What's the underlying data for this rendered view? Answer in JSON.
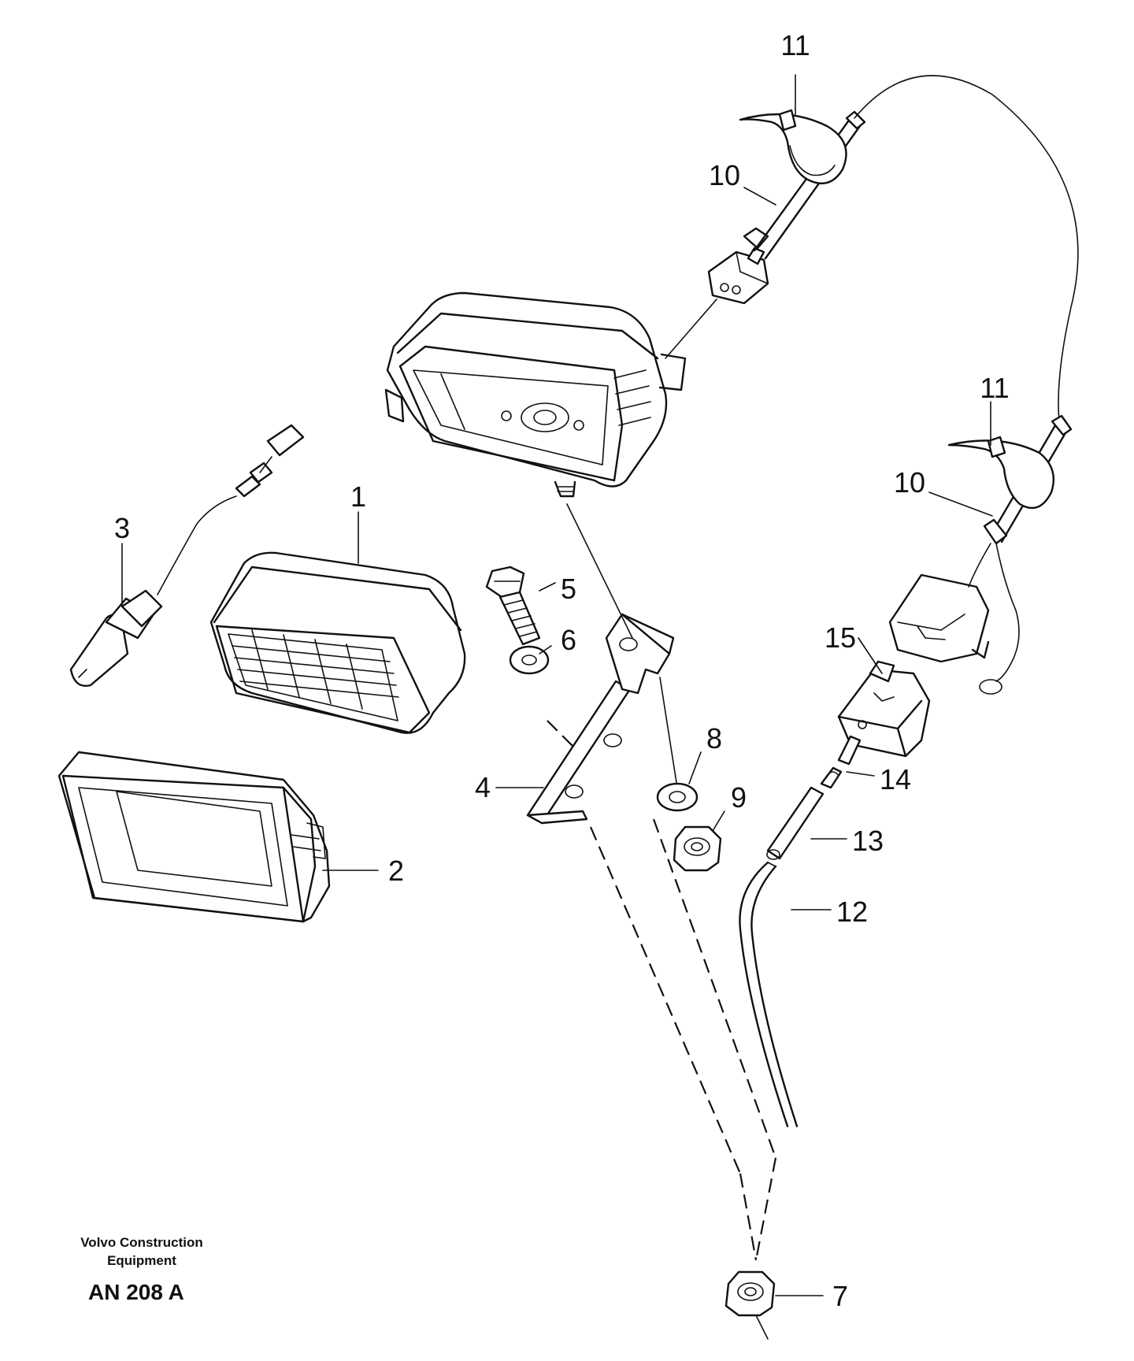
{
  "diagram": {
    "callouts": [
      {
        "id": "1",
        "label": "1"
      },
      {
        "id": "2",
        "label": "2"
      },
      {
        "id": "3",
        "label": "3"
      },
      {
        "id": "4",
        "label": "4"
      },
      {
        "id": "5",
        "label": "5"
      },
      {
        "id": "6",
        "label": "6"
      },
      {
        "id": "7",
        "label": "7"
      },
      {
        "id": "8",
        "label": "8"
      },
      {
        "id": "9",
        "label": "9"
      },
      {
        "id": "10a",
        "label": "10"
      },
      {
        "id": "10b",
        "label": "10"
      },
      {
        "id": "11a",
        "label": "11"
      },
      {
        "id": "11b",
        "label": "11"
      },
      {
        "id": "12",
        "label": "12"
      },
      {
        "id": "13",
        "label": "13"
      },
      {
        "id": "14",
        "label": "14"
      },
      {
        "id": "15",
        "label": "15"
      }
    ]
  },
  "footer": {
    "company_line1": "Volvo Construction",
    "company_line2": "Equipment",
    "drawing_code": "AN 208 A"
  }
}
